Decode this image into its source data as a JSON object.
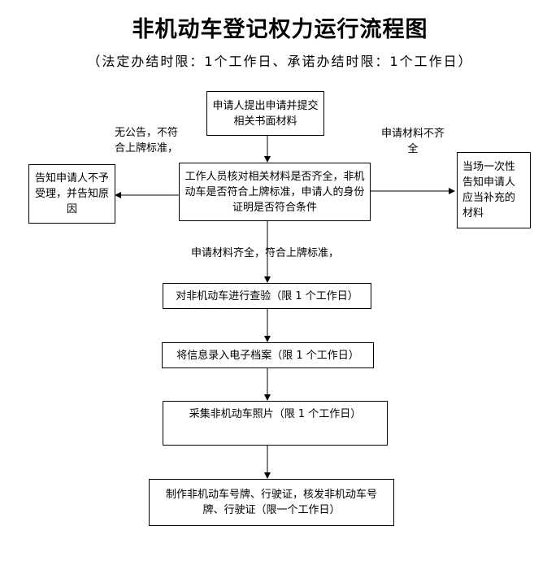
{
  "title": "非机动车登记权力运行流程图",
  "subtitle": "（法定办结时限：1个工作日、承诺办结时限：1个工作日）",
  "nodes": {
    "apply": "申请人提出申请并提交相关书面材料",
    "verify": "工作人员核对相关材料是否齐全，非机动车是否符合上牌标准，申请人的身份证明是否符合条件",
    "reject": "告知申请人不予受理，并告知原因",
    "supplement": "当场一次性告知申请人应当补充的材料",
    "inspect": "对非机动车进行查验（限 1 个工作日）",
    "record": "将信息录入电子档案（限 1 个工作日）",
    "photo": "采集非机动车照片（限 1 个工作日）",
    "issue": "制作非机动车号牌、行驶证，核发非机动车号牌、行驶证（限一个工作日）"
  },
  "edge_labels": {
    "no_announcement": "无公告，不符合上牌标准，",
    "incomplete": "申请材料不齐全",
    "complete": "申请材料齐全，符合上牌标准，"
  }
}
